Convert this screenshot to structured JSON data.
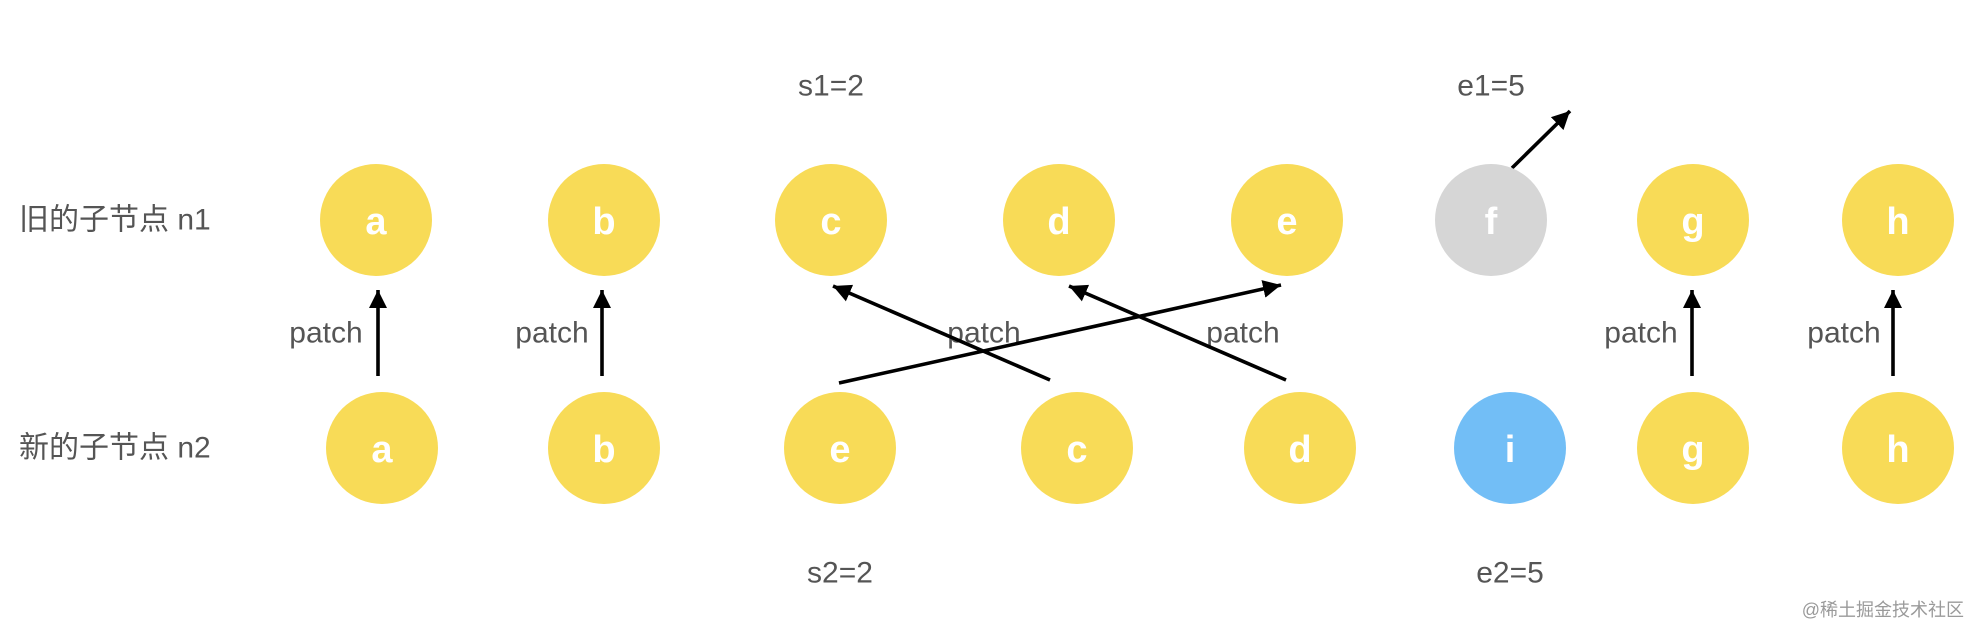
{
  "row_labels": {
    "old": "旧的子节点 n1",
    "new": "新的子节点 n2"
  },
  "old_children": {
    "nodes": [
      {
        "label": "a",
        "fill": "#F8DB57"
      },
      {
        "label": "b",
        "fill": "#F8DB57"
      },
      {
        "label": "c",
        "fill": "#F8DB57"
      },
      {
        "label": "d",
        "fill": "#F8DB57"
      },
      {
        "label": "e",
        "fill": "#F8DB57"
      },
      {
        "label": "f",
        "fill": "#D6D6D6"
      },
      {
        "label": "g",
        "fill": "#F8DB57"
      },
      {
        "label": "h",
        "fill": "#F8DB57"
      }
    ]
  },
  "new_children": {
    "nodes": [
      {
        "label": "a",
        "fill": "#F8DB57"
      },
      {
        "label": "b",
        "fill": "#F8DB57"
      },
      {
        "label": "e",
        "fill": "#F8DB57"
      },
      {
        "label": "c",
        "fill": "#F8DB57"
      },
      {
        "label": "d",
        "fill": "#F8DB57"
      },
      {
        "label": "i",
        "fill": "#72BEF6"
      },
      {
        "label": "g",
        "fill": "#F8DB57"
      },
      {
        "label": "h",
        "fill": "#F8DB57"
      }
    ]
  },
  "indices": {
    "s1": "s1=2",
    "e1": "e1=5",
    "s2": "s2=2",
    "e2": "e2=5"
  },
  "patch_labels": [
    "patch",
    "patch",
    "patch",
    "patch",
    "patch",
    "patch"
  ],
  "watermark": "@稀土掘金技术社区"
}
